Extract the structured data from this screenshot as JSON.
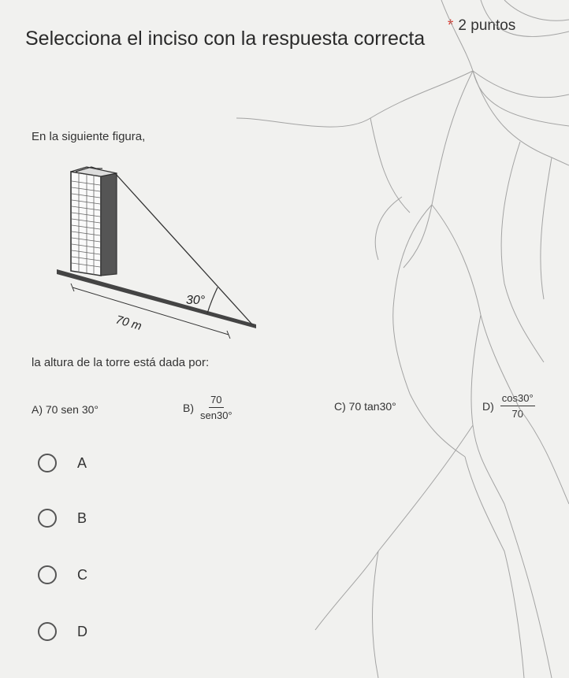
{
  "question": {
    "title": "Selecciona el inciso con la respuesta correcta",
    "required_mark": "*",
    "points": "2 puntos",
    "intro": "En la siguiente figura,",
    "prompt": "la altura de la torre está dada por:"
  },
  "figure": {
    "angle_label": "30°",
    "distance_label": "70 m"
  },
  "choices": {
    "a": {
      "letter": "A)",
      "expr": "70 sen 30°"
    },
    "b": {
      "letter": "B)",
      "num": "70",
      "den": "sen30°"
    },
    "c": {
      "letter": "C)",
      "expr": "70 tan30°"
    },
    "d": {
      "letter": "D)",
      "num": "cos30°",
      "den": "70"
    }
  },
  "options": [
    "A",
    "B",
    "C",
    "D"
  ]
}
